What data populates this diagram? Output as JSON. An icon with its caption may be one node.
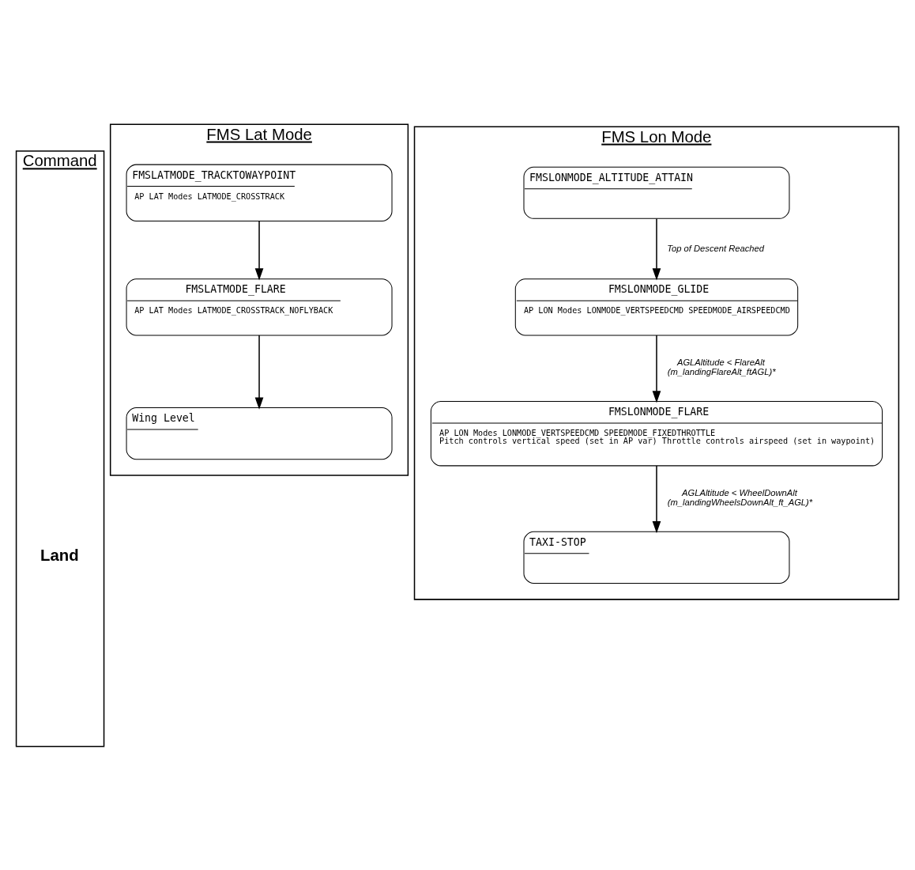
{
  "diagram": {
    "nodes": [
      {
        "text": [
          "Command"
        ]
      },
      {
        "text": [
          "FMS Lat Mode"
        ]
      },
      {
        "text": [
          "FMSLATMODE_TRACKTOWAYPOINT",
          "AP LAT Modes LATMODE_CROSSTRACK"
        ],
        "in": 1
      },
      {
        "text": [
          "FMSLATMODE_FLARE",
          "AP LAT Modes LATMODE_CROSSTRACK_NOFLYBACK"
        ],
        "in": 1
      },
      {
        "text": [
          "Wing Level"
        ],
        "in": 1
      },
      {
        "text": [
          "FMS Lon Mode"
        ]
      },
      {
        "text": [
          "FMSLONMODE_ALTITUDE_ATTAIN"
        ],
        "in": 5
      },
      {
        "text": [
          "FMSLONMODE_GLIDE",
          "AP LON Modes LONMODE_VERTSPEEDCMD SPEEDMODE_AIRSPEEDCMD"
        ],
        "in": 5
      },
      {
        "text": [
          "FMSLONMODE_FLARE",
          "AP LON Modes LONMODE_VERTSPEEDCMD SPEEDMODE_FIXEDTHROTTLE",
          "Pitch controls vertical speed (set in AP var) Throttle controls airspeed (set in waypoint)"
        ],
        "in": 5
      },
      {
        "text": [
          "TAXI-STOP"
        ],
        "in": 5
      }
    ],
    "edges": [
      {
        "from": 2,
        "to": 3,
        "arrow": "to"
      },
      {
        "from": 3,
        "to": 4,
        "arrow": "to"
      },
      {
        "from": 6,
        "to": 7,
        "arrow": "to",
        "label": "Top of Descent Reached"
      },
      {
        "from": 7,
        "to": 8,
        "arrow": "to",
        "label": "AGLAltitude < FlareAlt (m_landingFlareAlt_ftAGL)*"
      },
      {
        "from": 8,
        "to": 9,
        "arrow": "to",
        "label": "AGLAltitude < WheelDownAlt (m_landingWheelsDownAlt_ft_AGL)*"
      }
    ],
    "labels": [
      "Land"
    ]
  }
}
